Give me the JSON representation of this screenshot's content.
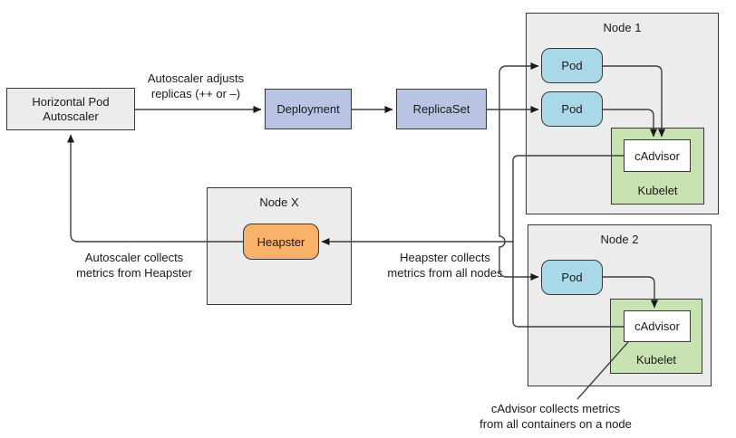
{
  "boxes": {
    "hpa": {
      "line1": "Horizontal Pod",
      "line2": "Autoscaler"
    },
    "deployment": {
      "label": "Deployment"
    },
    "replicaset": {
      "label": "ReplicaSet"
    },
    "node1": {
      "title": "Node 1"
    },
    "node2": {
      "title": "Node 2"
    },
    "nodex": {
      "title": "Node X"
    },
    "pod": {
      "label": "Pod"
    },
    "kubelet": {
      "label": "Kubelet"
    },
    "cadvisor": {
      "label": "cAdvisor"
    },
    "heapster": {
      "label": "Heapster"
    }
  },
  "annotations": {
    "autoscaler_adjusts": {
      "line1": "Autoscaler adjusts",
      "line2": "replicas (++ or –)"
    },
    "autoscaler_collects": {
      "line1": "Autoscaler collects",
      "line2": "metrics from Heapster"
    },
    "heapster_collects": {
      "line1": "Heapster collects",
      "line2": "metrics from all nodes"
    },
    "cadvisor_collects": {
      "line1": "cAdvisor collects metrics",
      "line2": "from all containers on a node"
    }
  },
  "colors": {
    "node_fill": "#ececec",
    "control_fill": "#b9c3e3",
    "pod_fill": "#a9d9e9",
    "kubelet_fill": "#c9e2b2",
    "cadvisor_fill": "#ffffff",
    "heapster_fill": "#f8b269",
    "line": "#3f3f3f",
    "arrowhead": "#1a1a1a"
  }
}
